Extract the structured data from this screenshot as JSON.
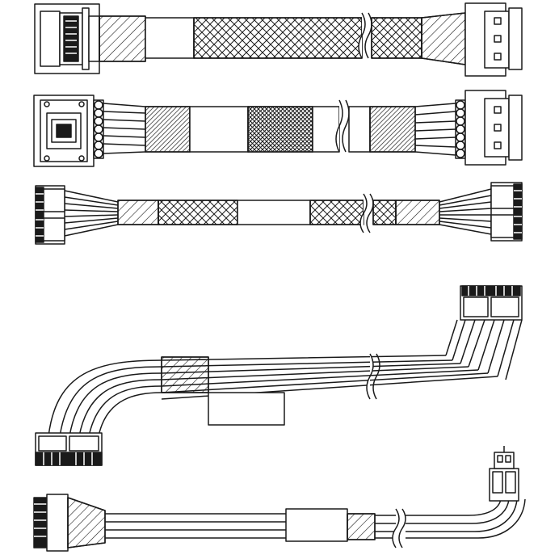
{
  "figure": {
    "background": "#ffffff",
    "line_color": "#1a1a1a",
    "cables": [
      {
        "name": "slim-sas-to-molex-cable",
        "left_connector": "slim-sas-icon",
        "right_connector": "molex-icon",
        "sleeve": "hatched-and-braided"
      },
      {
        "name": "oculink-to-molex-cable",
        "left_connector": "oculink-icon",
        "right_connector": "molex-icon",
        "sleeve": "banded-heatshrink"
      },
      {
        "name": "dual-6pin-to-dual-6pin-cable",
        "left_connector": "pcie-6pin-icon",
        "right_connector": "pcie-6pin-icon",
        "sleeve": "braided-mesh"
      },
      {
        "name": "angled-pcie-power-cable",
        "left_connector": "pcie-8pin-icon",
        "right_connector": "pcie-8pin-icon",
        "sleeve": "flat-ribbon-with-label"
      },
      {
        "name": "right-angle-4pin-power-cable",
        "left_connector": "header-connector-icon",
        "right_connector": "4pin-right-angle-icon",
        "sleeve": "flat-ribbon"
      }
    ]
  }
}
